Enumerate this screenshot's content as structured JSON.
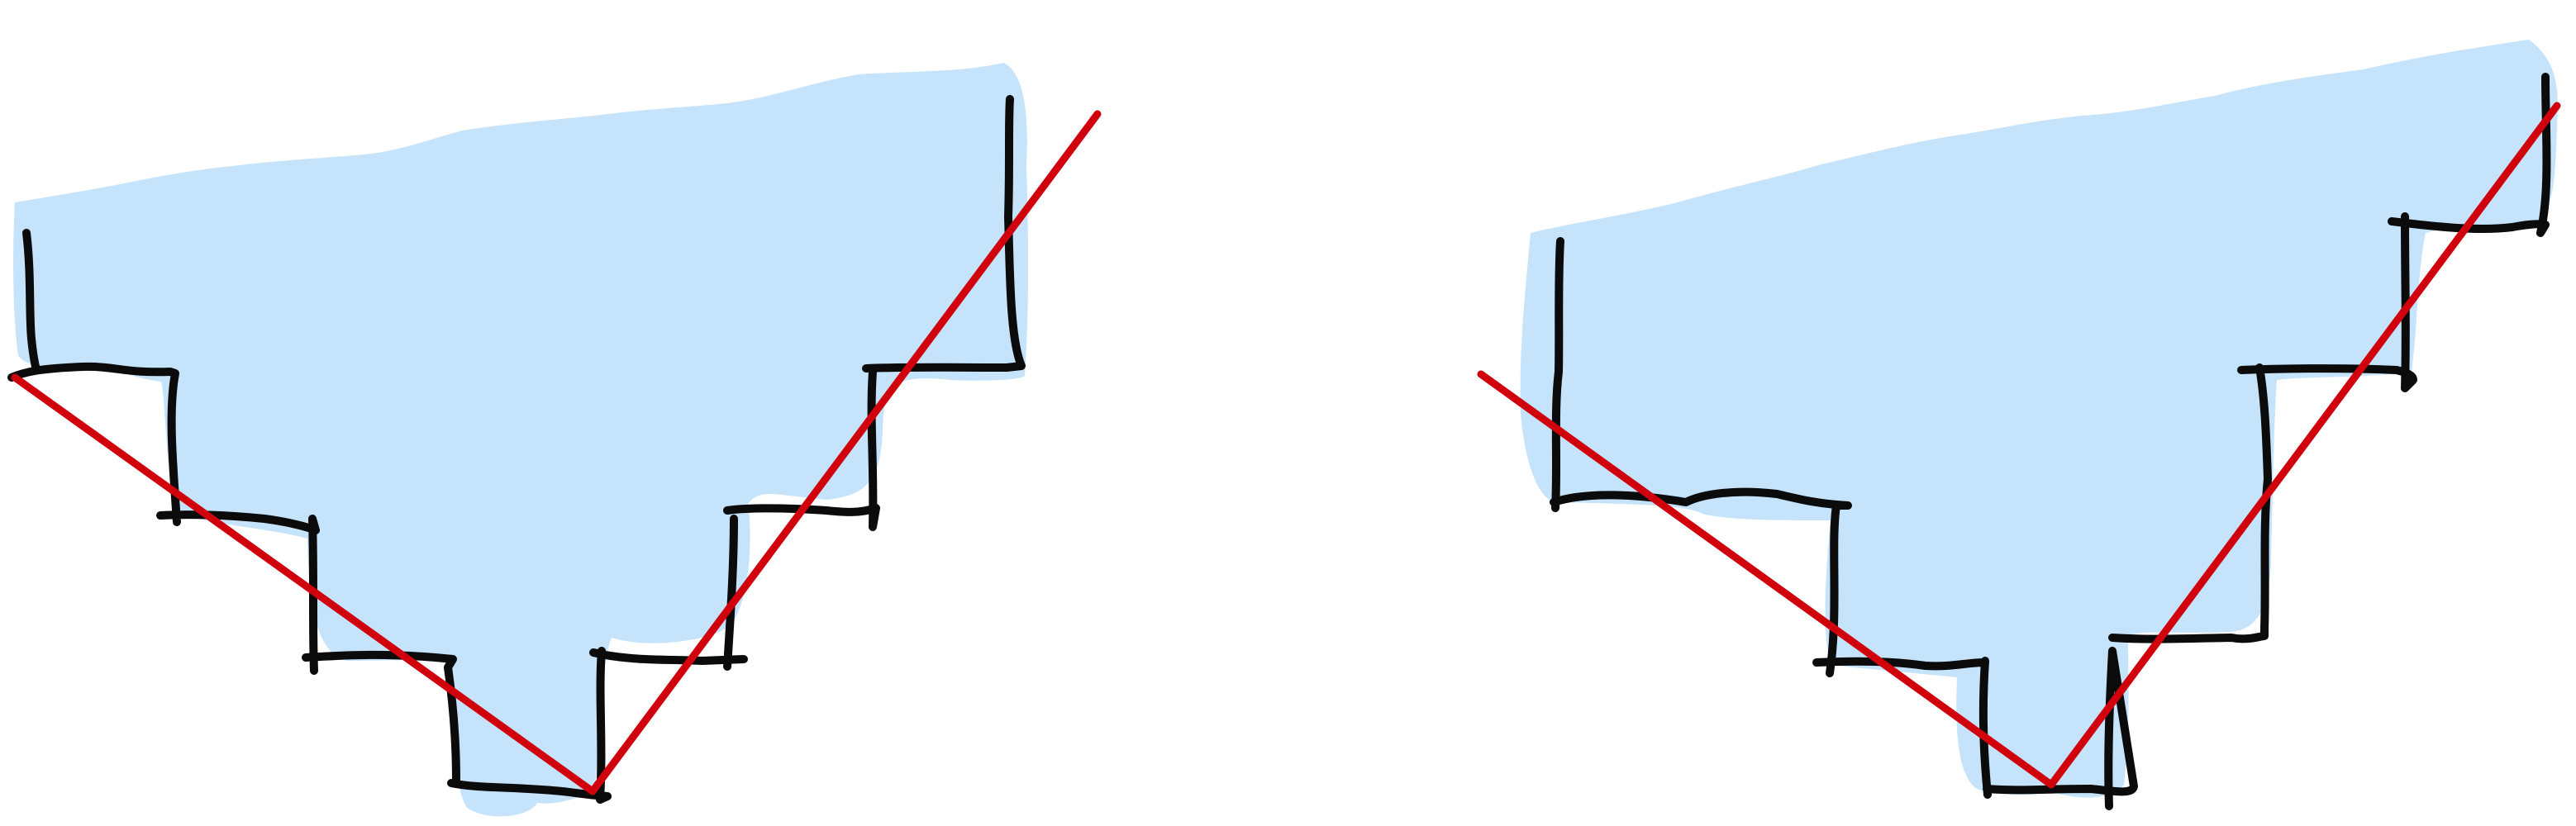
{
  "colors": {
    "background": "#ffffff",
    "region_fill": "#c5e3fb",
    "staircase_stroke": "#0b0b0b",
    "v_line_stroke": "#d0010d"
  },
  "panels": [
    {
      "name": "left-panel",
      "staircase_steps_down": 4,
      "staircase_steps_up": 3
    },
    {
      "name": "right-panel",
      "staircase_steps_down": 3,
      "staircase_steps_up": 3
    }
  ]
}
